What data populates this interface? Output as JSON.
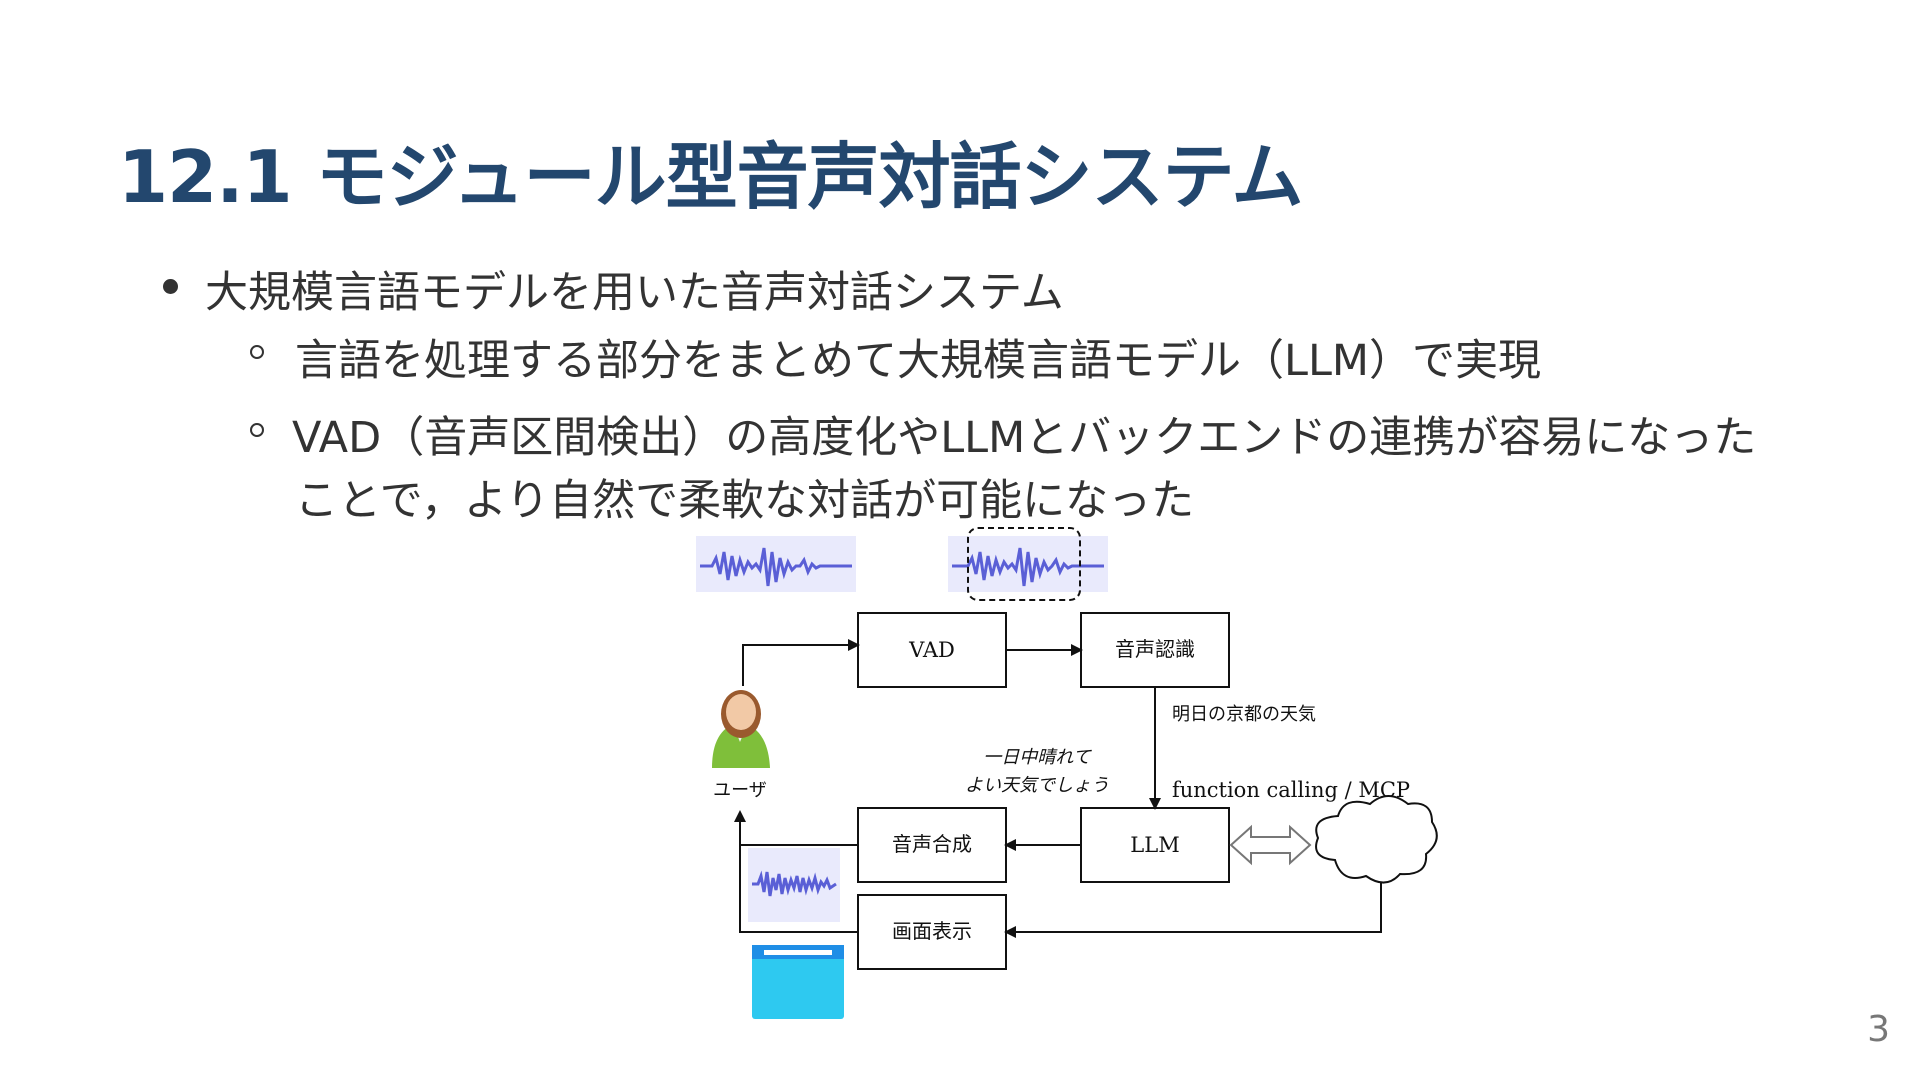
{
  "slide": {
    "title": "12.1 モジュール型音声対話システム",
    "page_number": "3"
  },
  "bullets": {
    "level1": "大規模言語モデルを用いた音声対話システム",
    "sub1": "言語を処理する部分をまとめて大規模言語モデル（LLM）で実現",
    "sub2_line1": "VAD（音声区間検出）の高度化やLLMとバックエンドの連携が容易になった",
    "sub2_line2": "ことで，より自然で柔軟な対話が可能になった"
  },
  "diagram": {
    "vad": "VAD",
    "asr": "音声認識",
    "llm": "LLM",
    "tts": "音声合成",
    "display": "画面表示",
    "user": "ユーザ",
    "asr_output": "明日の京都の天気",
    "llm_output_line1": "一日中晴れて",
    "llm_output_line2": "よい天気でしょう",
    "tool_label": "function calling / MCP"
  },
  "colors": {
    "title": "#23476e",
    "waveform": "#5a5fd6",
    "waveform_bg": "#e9eafc",
    "screen_icon": "#2ec9f0"
  },
  "icons": [
    "waveform-icon",
    "user-avatar-icon",
    "cloud-icon",
    "screen-icon",
    "double-arrow-icon"
  ]
}
